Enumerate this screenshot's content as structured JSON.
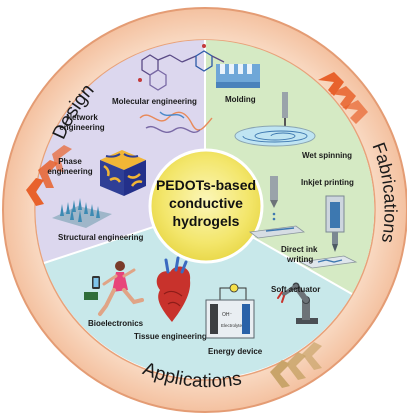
{
  "ring": {
    "design": "Design",
    "fabrications": "Fabrications",
    "applications": "Applications"
  },
  "center": {
    "line1": "PEDOTs-based",
    "line2": "conductive",
    "line3": "hydrogels"
  },
  "design": {
    "molecular": "Molecular engineering",
    "network1": "Network",
    "network2": "engineering",
    "phase1": "Phase",
    "phase2": "engineering",
    "structural": "Structural engineering"
  },
  "fabrication": {
    "molding": "Molding",
    "wet_spinning": "Wet spinning",
    "inkjet": "Inkjet printing",
    "direct1": "Direct ink",
    "direct2": "writing"
  },
  "application": {
    "bioelectronics": "Bioelectronics",
    "tissue": "Tissue engineering",
    "energy": "Energy device",
    "soft_actuator": "Soft actuator",
    "electrolyte": "Electrolyte",
    "oh": "OH⁻"
  },
  "colors": {
    "ring": "#f7c9a9",
    "ring_edge": "#e7a27c",
    "design_sector": "#d9d6ec",
    "fabrication_sector": "#d3e9c3",
    "application_sector": "#c7e7ea",
    "center": "#f4ec7a",
    "chevron": "#e8622c"
  }
}
